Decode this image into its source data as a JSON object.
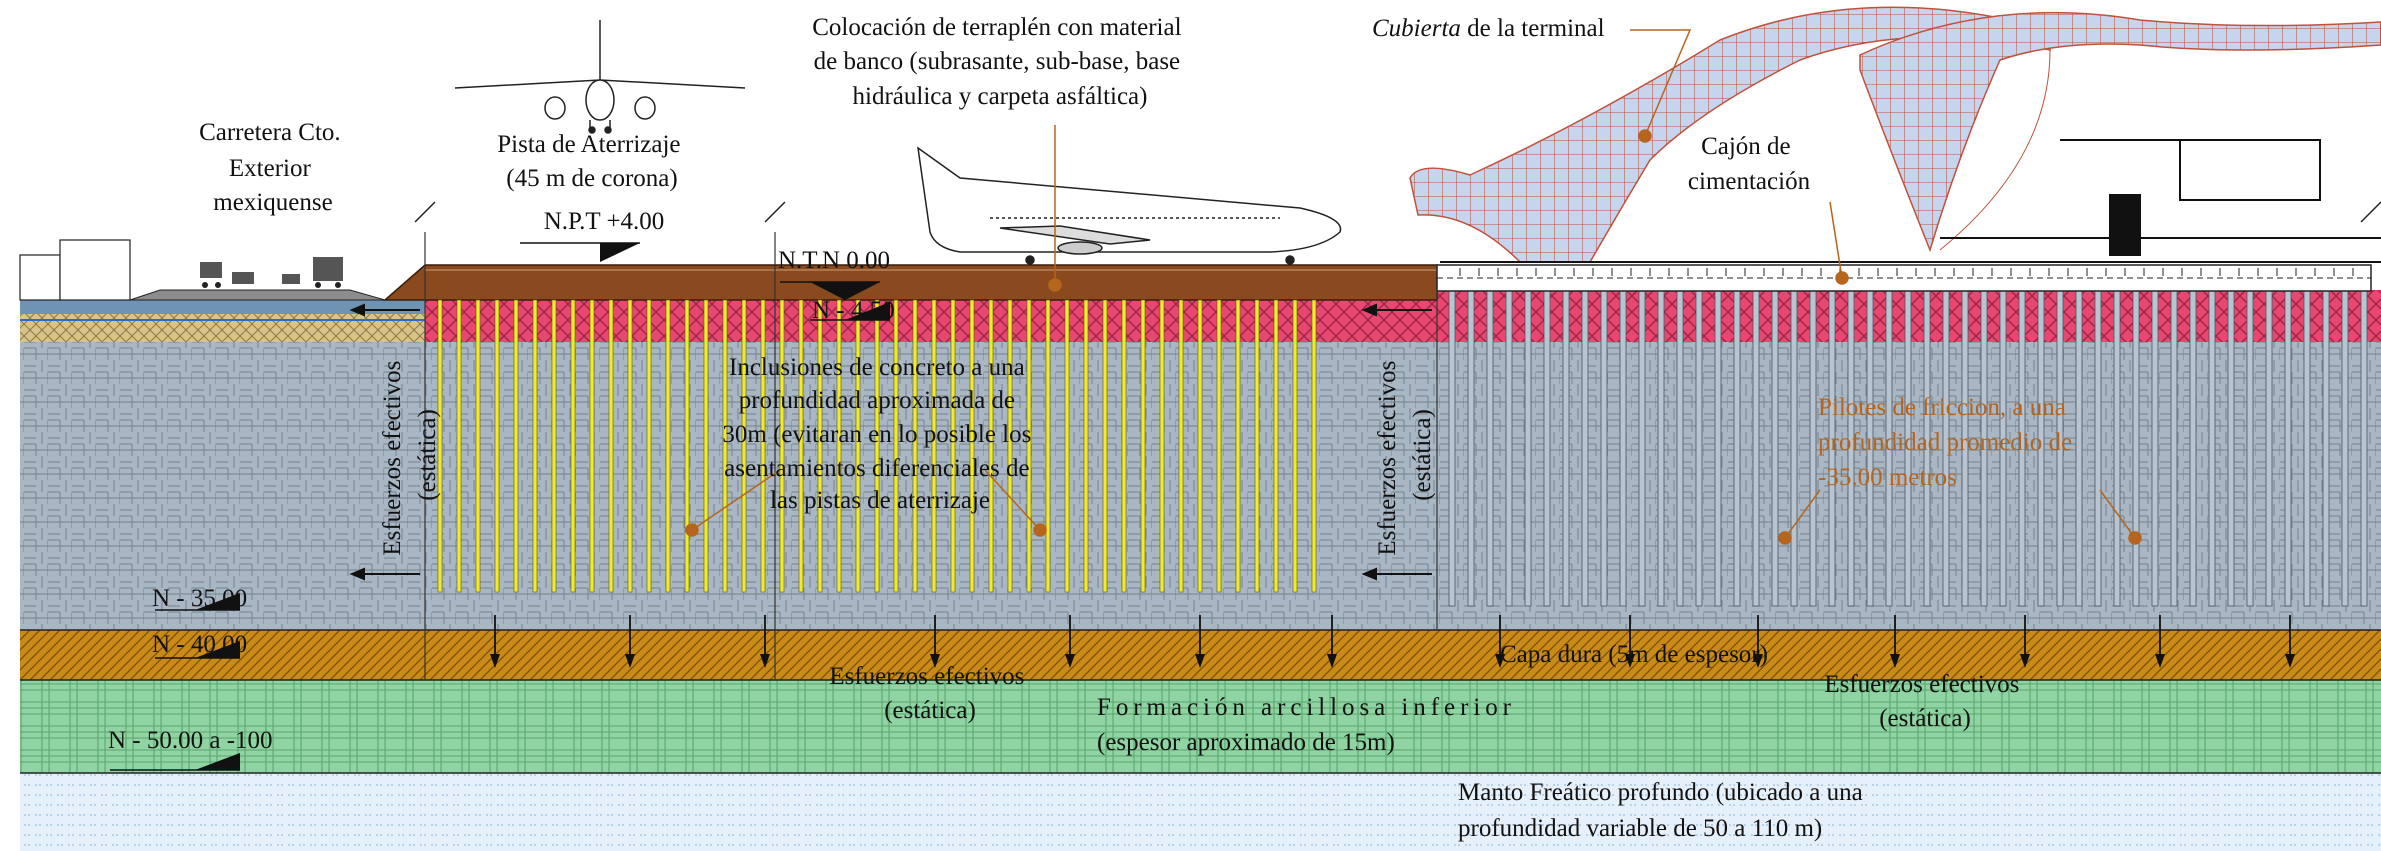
{
  "labels": {
    "carretera": [
      "Carretera Cto.",
      "Exterior",
      "mexiquense"
    ],
    "pista": [
      "Pista de Aterrizaje",
      "(45 m de corona)"
    ],
    "npt": "N.P.T +4.00",
    "colocacion": [
      "Colocación de terraplén con material",
      "de banco (subrasante, sub-base, base",
      "hidráulica y carpeta asfáltica)"
    ],
    "cubierta_italic": "Cubierta",
    "cubierta_rest": " de la terminal",
    "cajon": [
      "Cajón de",
      "cimentación"
    ],
    "ntn": "N.T.N 0.00",
    "n450": "N - 4.50",
    "inclusiones": [
      "Inclusiones de concreto a una",
      "profundidad aproximada de",
      "30m (evitaran en lo posible los",
      "asentamientos diferenciales de",
      "las pistas de aterrizaje"
    ],
    "esfuerzos_left": [
      "Esfuerzos efectivos",
      "(estática)"
    ],
    "esfuerzos_mid": [
      "Esfuerzos efectivos",
      "(estática)"
    ],
    "pilotes": [
      "Pilotes de friccion, a una",
      "profundidad promedio de",
      "-35.00 metros"
    ],
    "n35": "N - 35.00",
    "n40": "N - 40.00",
    "n50": "N - 50.00 a -100",
    "capa_dura": "Capa dura (5m de espesor)",
    "esfuerzos_bottom_left": [
      "Esfuerzos efectivos",
      "(estática)"
    ],
    "esfuerzos_bottom_right": [
      "Esfuerzos efectivos",
      "(estática)"
    ],
    "formacion": [
      "Formación arcillosa inferior",
      "(espesor aproximado de 15m)"
    ],
    "manto": [
      "Manto Freático profundo (ubicado a una",
      "profundidad variable de 50 a 110 m)"
    ]
  },
  "colors": {
    "clay_upper": "#a9b6c3",
    "fill_red": "#e8476f",
    "capa_dura": "#c98a18",
    "clay_lower": "#8fd4a2",
    "water": "#e6f0fa",
    "pile_yellow": "#f2ea2a",
    "pile_grey": "#b8c4d0",
    "embankment": "#8a4a1e",
    "leader": "#b5651d",
    "roof_line": "#c0513a",
    "roof_fill": "#b8c9e6"
  }
}
